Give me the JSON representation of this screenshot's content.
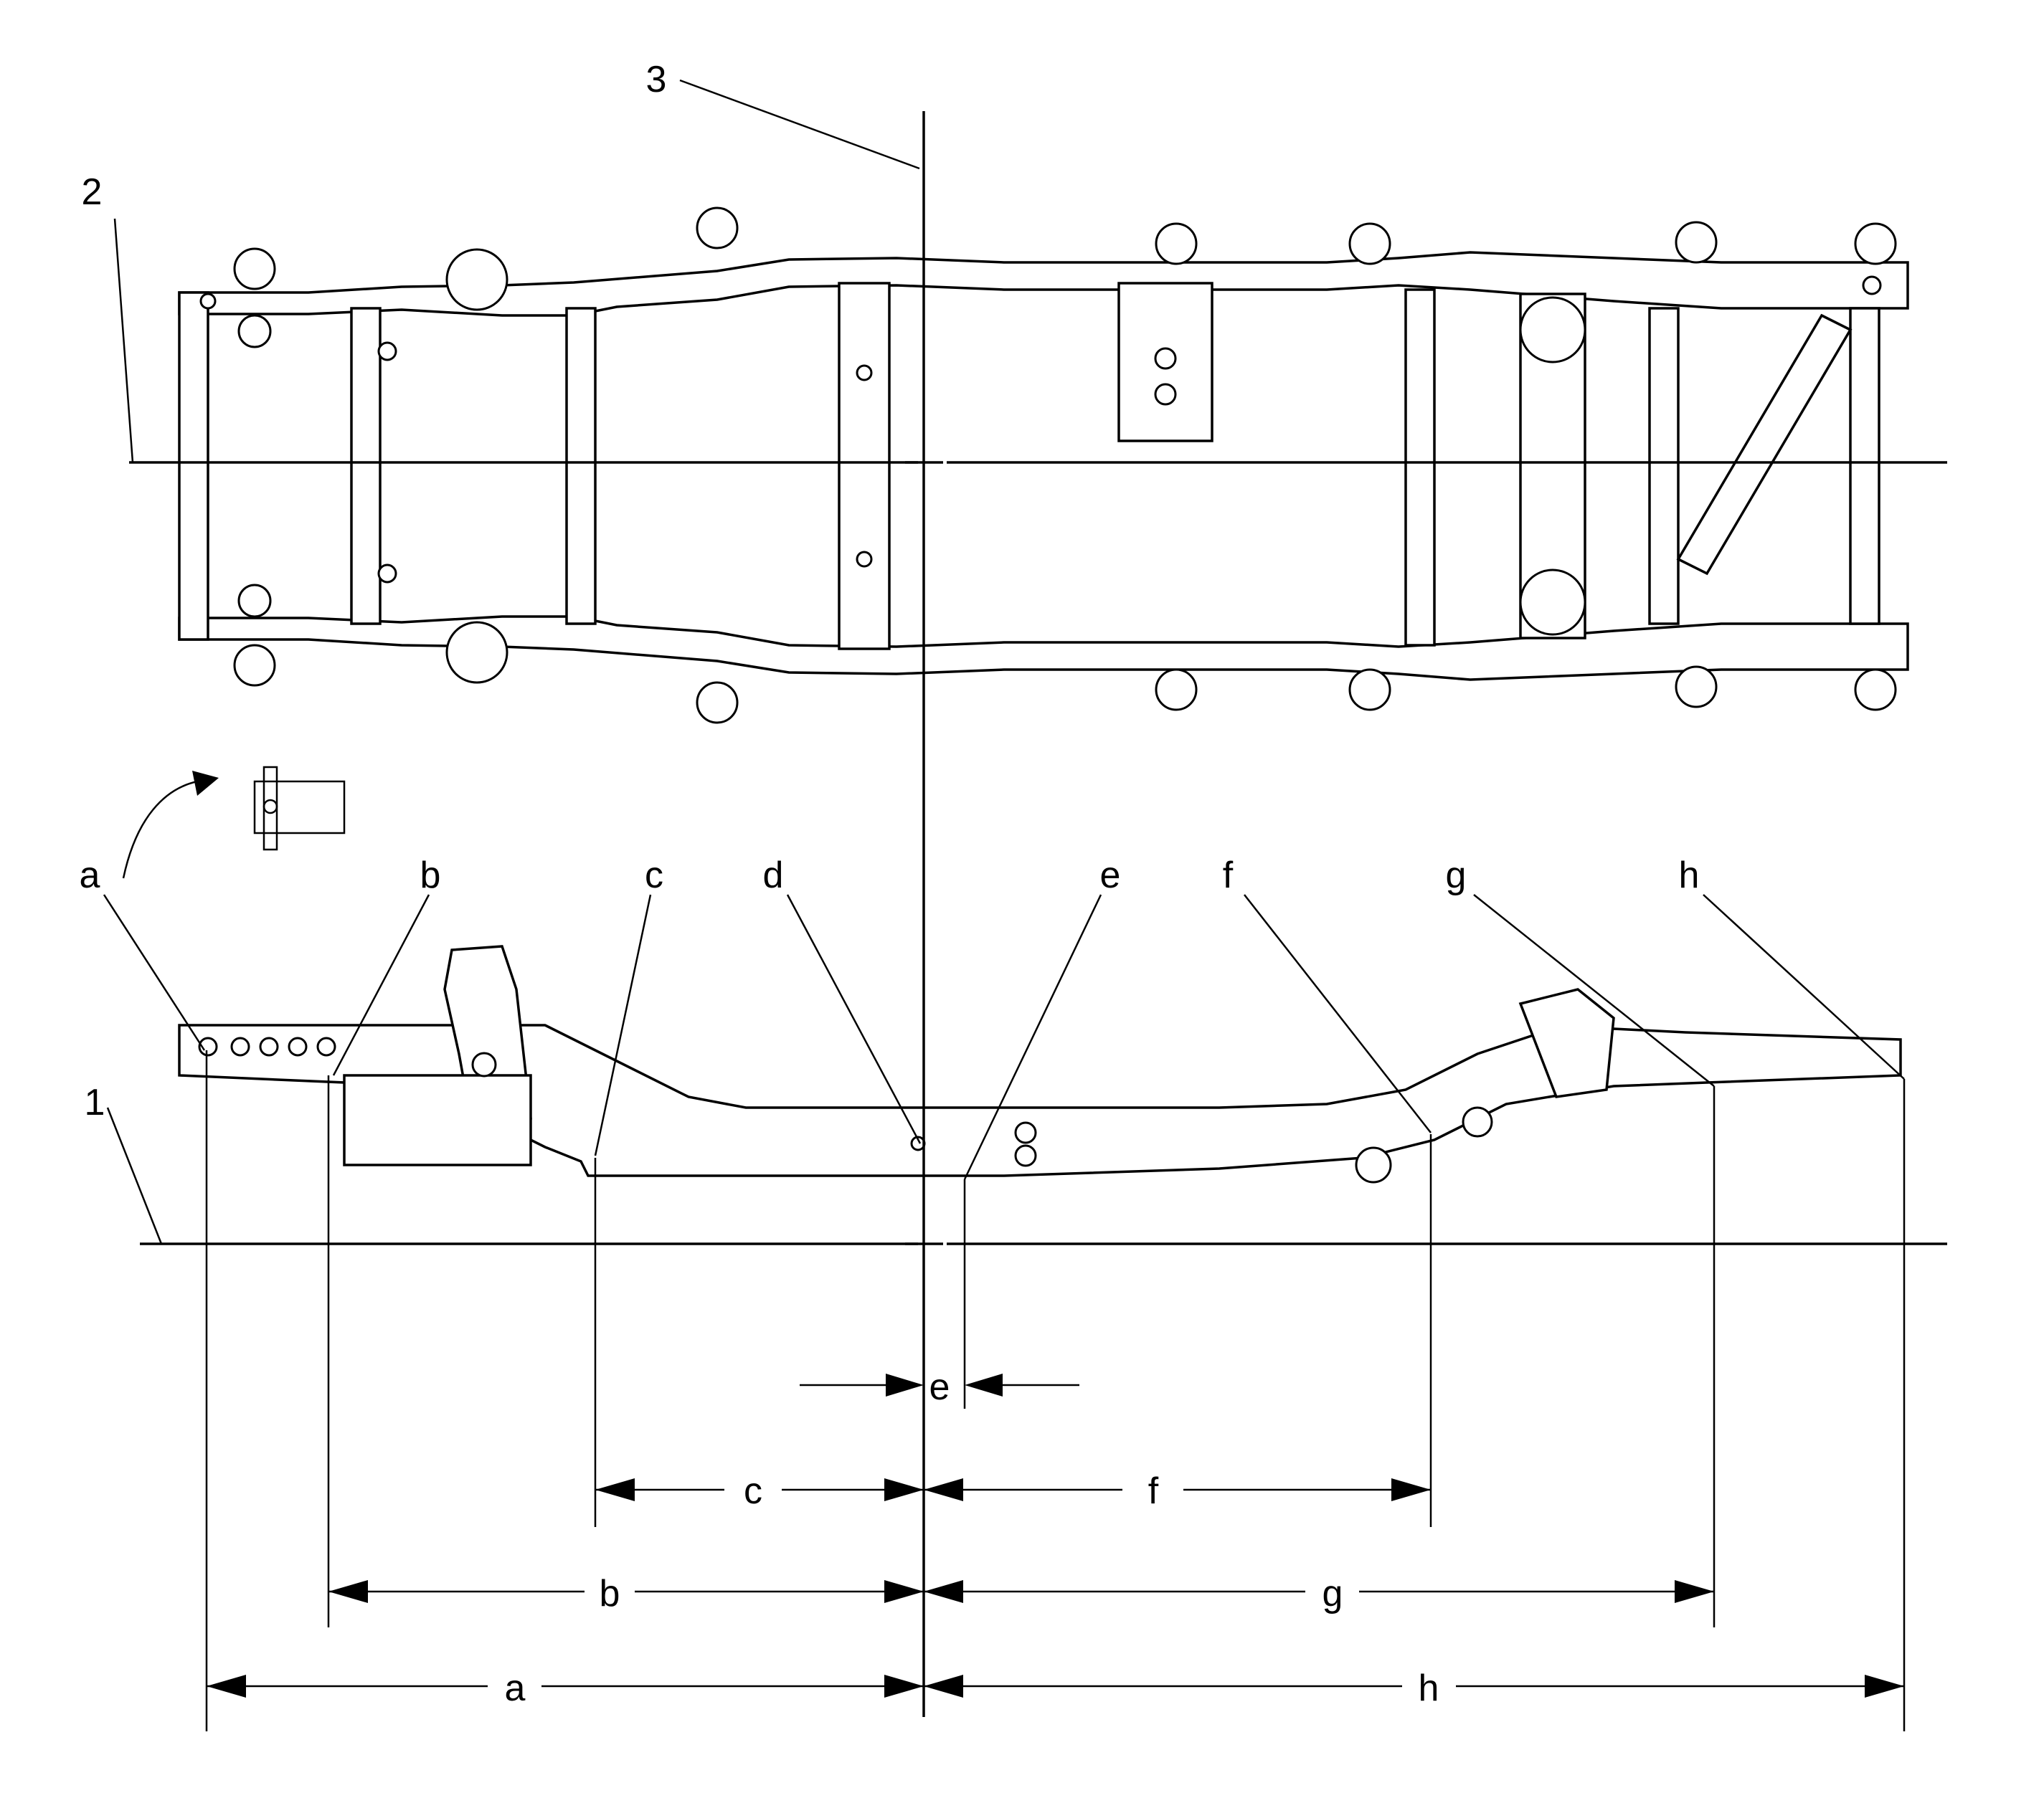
{
  "callouts": {
    "ground_line": "1",
    "centerline": "2",
    "datum_line": "3"
  },
  "points": [
    "a",
    "b",
    "c",
    "d",
    "e",
    "f",
    "g",
    "h"
  ],
  "dimensions": {
    "a": "a",
    "b": "b",
    "c": "c",
    "e": "e",
    "f": "f",
    "g": "g",
    "h": "h"
  }
}
